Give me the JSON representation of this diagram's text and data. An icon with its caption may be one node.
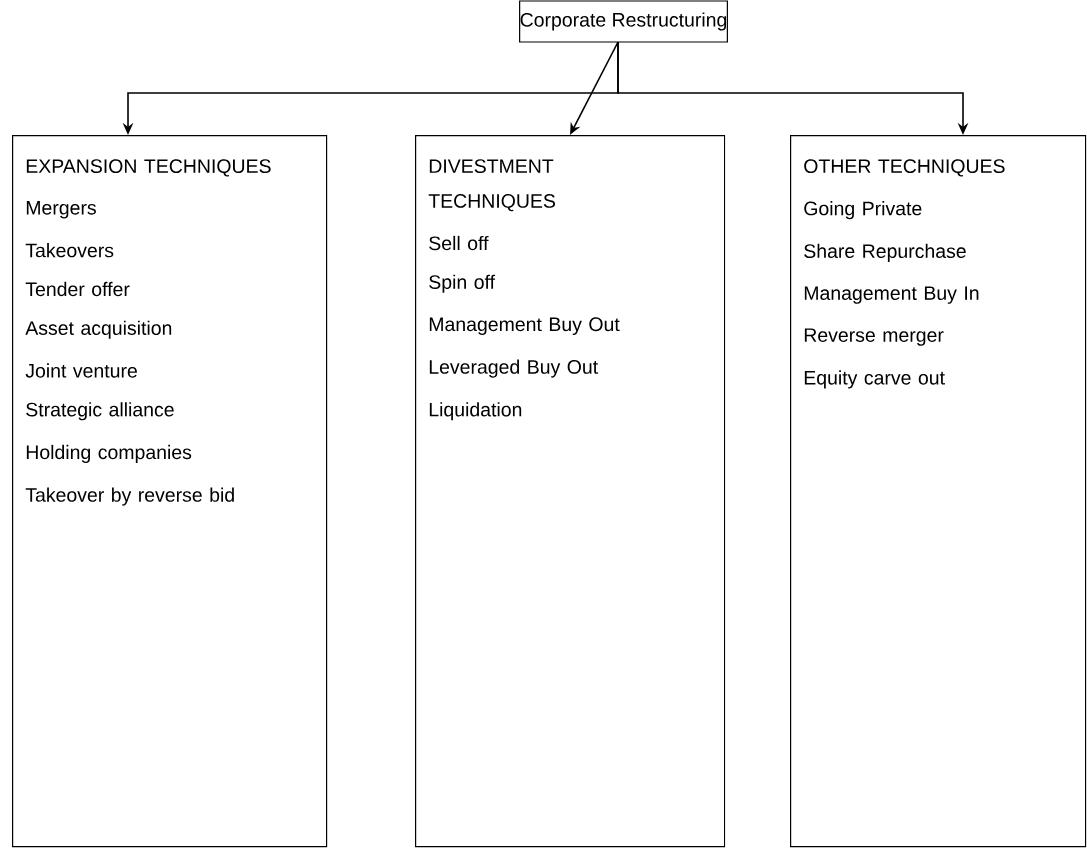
{
  "diagram": {
    "nodes": [
      {
        "text": [
          "Corporate Restructuring"
        ]
      },
      {
        "text": [
          "EXPANSION TECHNIQUES",
          "Mergers",
          "Takeovers",
          "Tender offer",
          "Asset acquisition",
          "Joint venture",
          "Strategic alliance",
          "Holding companies",
          "Takeover by reverse bid"
        ]
      },
      {
        "text": [
          "DIVESTMENT TECHNIQUES",
          "Sell off",
          "Spin off",
          "Management Buy Out",
          "Leveraged Buy Out",
          "Liquidation"
        ]
      },
      {
        "text": [
          "OTHER TECHNIQUES",
          "Going Private",
          "Share Repurchase",
          "Management Buy In",
          "Reverse merger",
          "Equity carve out"
        ]
      }
    ],
    "edges": [
      {
        "from": 0,
        "to": 1,
        "arrow": "to"
      },
      {
        "from": 0,
        "to": 2,
        "arrow": "to"
      },
      {
        "from": 0,
        "to": 3,
        "arrow": "to"
      }
    ]
  }
}
